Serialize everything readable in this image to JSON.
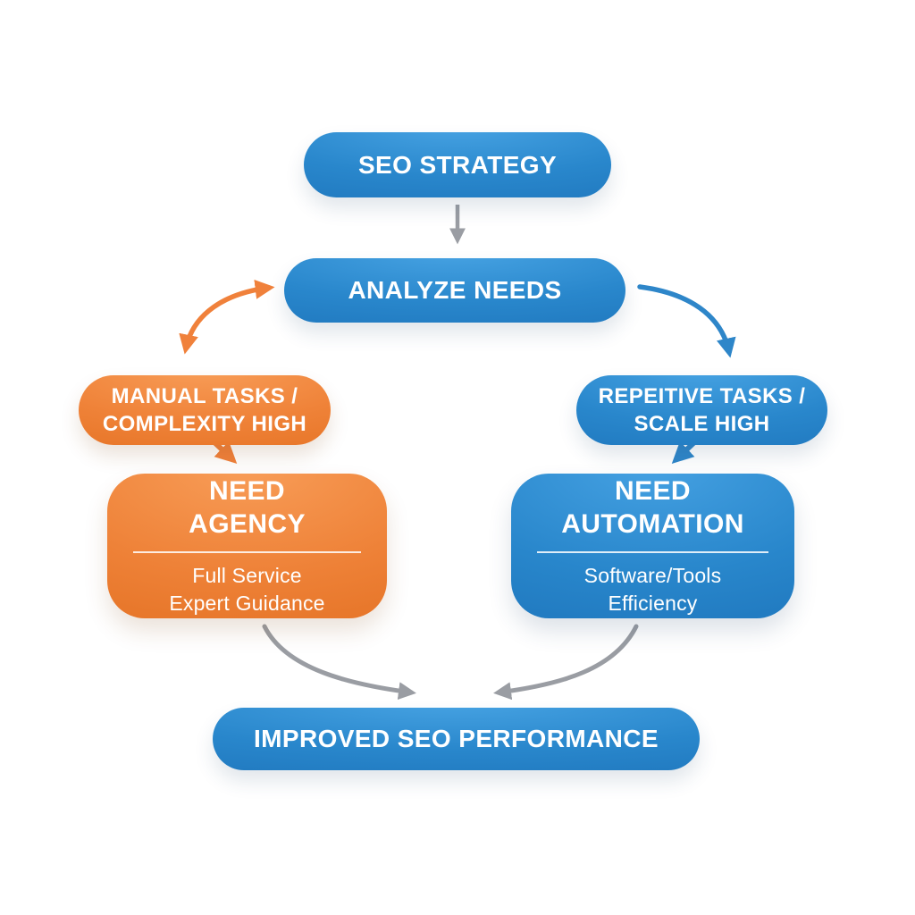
{
  "diagram_type": "flowchart",
  "colors": {
    "blue_node": "#2886cb",
    "blue_node_dark": "#1b70b7",
    "orange_node": "#ee8137",
    "orange_node_dark": "#e06c1d",
    "gray_arrow": "#9a9da3",
    "orange_arrow": "#f0813b",
    "blue_arrow": "#2e86c9",
    "text": "#ffffff",
    "background": "#ffffff"
  },
  "nodes": {
    "seo_strategy": {
      "label": "SEO STRATEGY"
    },
    "analyze_needs": {
      "label": "ANALYZE NEEDS"
    },
    "manual_tasks": {
      "line1": "MANUAL TASKS /",
      "line2": "COMPLEXITY HIGH"
    },
    "repetitive_tasks": {
      "line1": "REPEITIVE TASKS /",
      "line2": "SCALE HIGH"
    },
    "need_agency": {
      "title_line1": "NEED",
      "title_line2": "AGENCY",
      "detail_line1": "Full Service",
      "detail_line2": "Expert Guidance"
    },
    "need_automation": {
      "title_line1": "NEED",
      "title_line2": "AUTOMATION",
      "detail_line1": "Software/Tools",
      "detail_line2": "Efficiency"
    },
    "improved_seo": {
      "label": "IMPROVED SEO PERFORMANCE"
    }
  },
  "connections": [
    {
      "from": "seo_strategy",
      "to": "analyze_needs",
      "color": "gray",
      "style": "straight-down"
    },
    {
      "from": "analyze_needs",
      "to": "manual_tasks",
      "color": "orange",
      "style": "curved-double-headed"
    },
    {
      "from": "analyze_needs",
      "to": "repetitive_tasks",
      "color": "blue",
      "style": "curved"
    },
    {
      "from": "manual_tasks",
      "to": "need_agency",
      "color": "orange",
      "style": "short-diagonal"
    },
    {
      "from": "repetitive_tasks",
      "to": "need_automation",
      "color": "blue",
      "style": "short-diagonal"
    },
    {
      "from": "need_agency",
      "to": "improved_seo",
      "color": "gray",
      "style": "curved-converging"
    },
    {
      "from": "need_automation",
      "to": "improved_seo",
      "color": "gray",
      "style": "curved-converging"
    }
  ]
}
